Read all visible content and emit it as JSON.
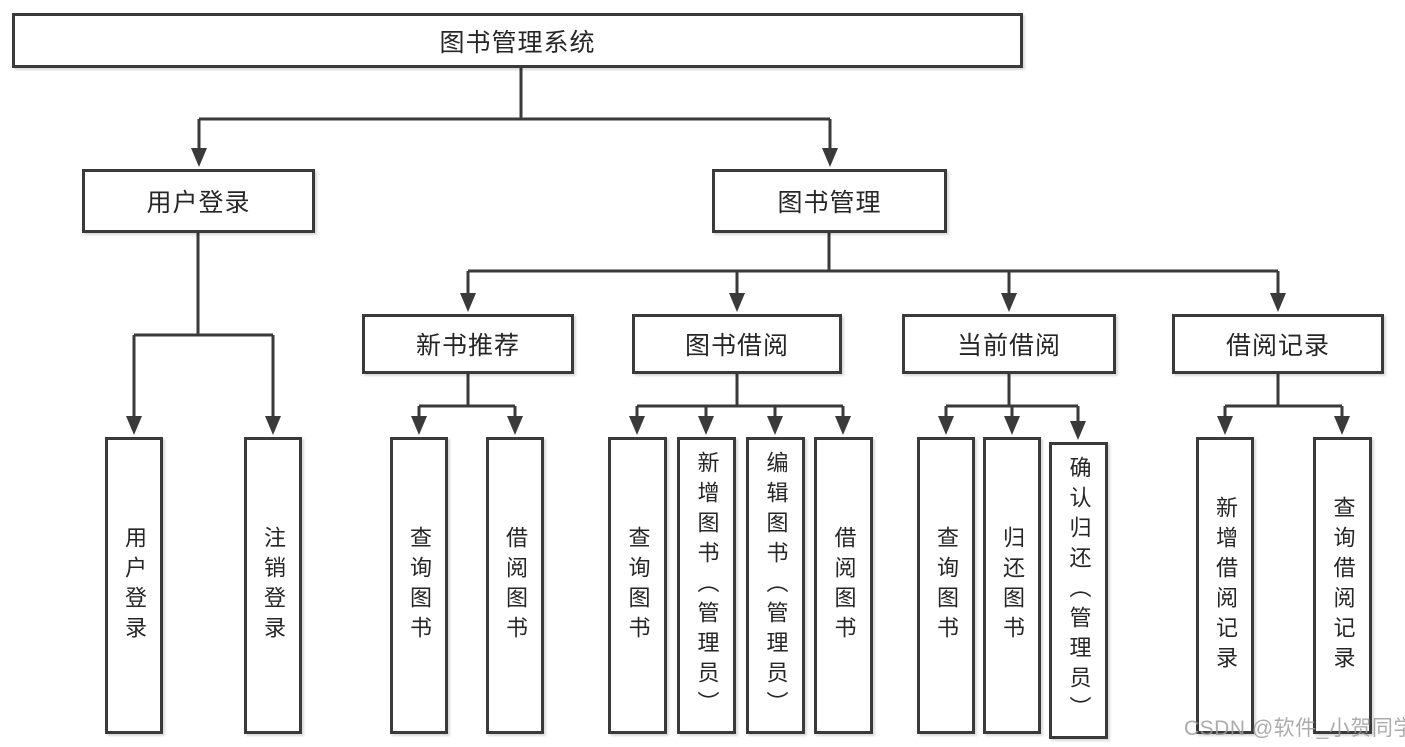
{
  "diagram": {
    "root": "图书管理系统",
    "level2": {
      "user_login": "用户登录",
      "book_management": "图书管理"
    },
    "level3": {
      "new_book_recommend": "新书推荐",
      "book_borrow": "图书借阅",
      "current_borrow": "当前借阅",
      "borrow_record": "借阅记录"
    },
    "leaves": {
      "user_login": "用户登录",
      "logout": "注销登录",
      "nb_query_book": "查询图书",
      "nb_borrow_book": "借阅图书",
      "bb_query_book": "查询图书",
      "bb_add_book": "新增图书（管理员）",
      "bb_edit_book": "编辑图书（管理员）",
      "bb_borrow_book": "借阅图书",
      "cb_query_book": "查询图书",
      "cb_return_book": "归还图书",
      "cb_confirm_return": "确认归还（管理员）",
      "br_add_record": "新增借阅记录",
      "br_query_record": "查询借阅记录"
    },
    "hierarchy": {
      "图书管理系统": {
        "用户登录": [
          "用户登录",
          "注销登录"
        ],
        "图书管理": {
          "新书推荐": [
            "查询图书",
            "借阅图书"
          ],
          "图书借阅": [
            "查询图书",
            "新增图书（管理员）",
            "编辑图书（管理员）",
            "借阅图书"
          ],
          "当前借阅": [
            "查询图书",
            "归还图书",
            "确认归还（管理员）"
          ],
          "借阅记录": [
            "新增借阅记录",
            "查询借阅记录"
          ]
        }
      }
    },
    "watermark": "CSDN @软件_小贺同学",
    "colors": {
      "line": "#3a3a3a",
      "text": "#262626",
      "background": "#ffffff",
      "watermark": "#9e9e9e"
    }
  }
}
